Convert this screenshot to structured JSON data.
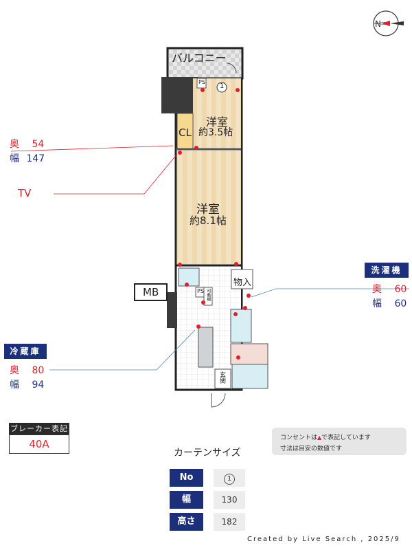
{
  "rooms": {
    "balcony": "バルコニー",
    "western_small": {
      "name": "洋室",
      "size": "約3.5帖"
    },
    "western_large": {
      "name": "洋室",
      "size": "約8.1帖"
    },
    "closet": "CL",
    "storage_in": "物入",
    "mb": "MB",
    "ps_top": "PS",
    "ps_mid": "PS",
    "movable_storage": "可動棚",
    "entrance": "玄関",
    "window_marker": "1"
  },
  "callouts": {
    "closet_dims": {
      "depth_label": "奥",
      "depth": "54",
      "width_label": "幅",
      "width": "147"
    },
    "tv": "TV",
    "washer": {
      "title": "洗濯機",
      "depth_label": "奥",
      "depth": "60",
      "width_label": "幅",
      "width": "60"
    },
    "fridge": {
      "title": "冷蔵庫",
      "depth_label": "奥",
      "depth": "80",
      "width_label": "幅",
      "width": "94"
    }
  },
  "breaker": {
    "label": "ブレーカー表記",
    "value": "40A"
  },
  "notes": {
    "line1_a": "コンセントは",
    "line1_b": "で表記しています",
    "line2": "寸法は目安の数値です"
  },
  "curtain": {
    "title": "カーテンサイズ",
    "rows": [
      {
        "key": "No",
        "value": "1"
      },
      {
        "key": "幅",
        "value": "130"
      },
      {
        "key": "高さ",
        "value": "182"
      }
    ]
  },
  "credit": "Created by Live Search , 2025/9",
  "compass": "N",
  "colors": {
    "accent_red": "#e0202a",
    "accent_blue": "#1f2d8f",
    "tag_bg": "#1b2f7a",
    "floor": "#f3e2c4"
  }
}
